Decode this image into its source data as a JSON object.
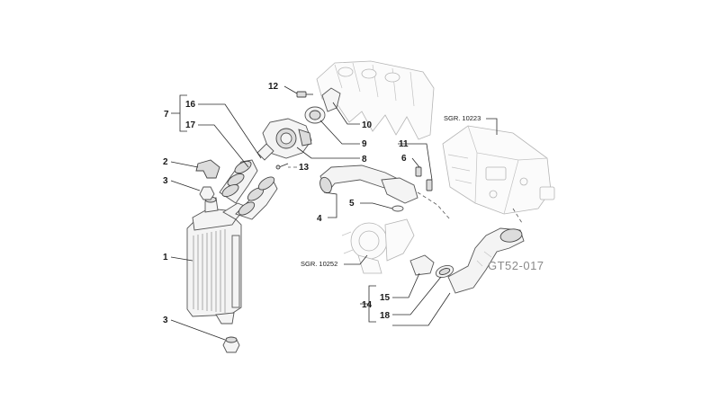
{
  "diagram": {
    "code": "GT52-017",
    "references": {
      "left": "SGR. 10252",
      "right": "SGR. 10223"
    },
    "callouts": {
      "c1": "1",
      "c2": "2",
      "c3a": "3",
      "c3b": "3",
      "c4": "4",
      "c5": "5",
      "c6": "6",
      "c7": "7",
      "c8": "8",
      "c9": "9",
      "c10": "10",
      "c11": "11",
      "c12": "12",
      "c13": "13",
      "c14": "14",
      "c15": "15",
      "c16": "16",
      "c17": "17",
      "c18": "18"
    }
  }
}
